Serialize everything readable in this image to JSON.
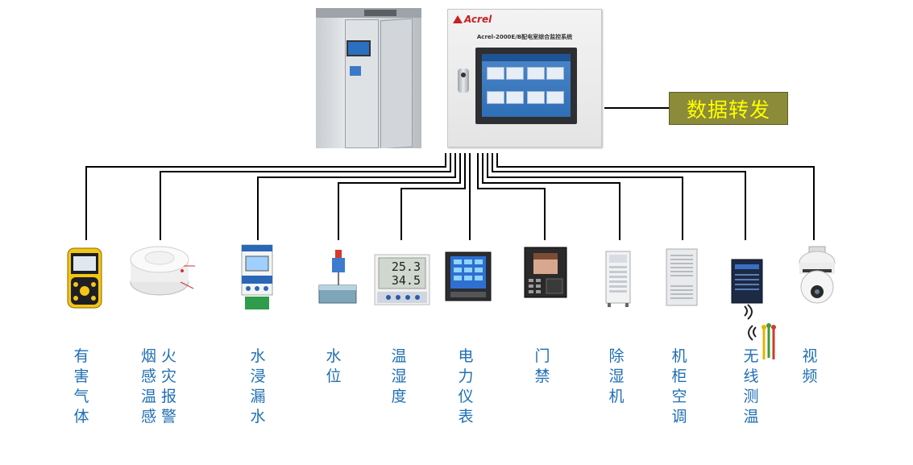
{
  "panel": {
    "brand": "Acrel",
    "title": "Acrel-2000E/B配电室综合监控系统"
  },
  "forward": {
    "label": "数据转发"
  },
  "colors": {
    "label": "#1f6fb3",
    "wire": "#000000",
    "forward_bg": "#8b8b3a",
    "forward_text": "#ffff00",
    "brand": "#c81f1f"
  },
  "devices": [
    {
      "id": "gas",
      "icon": "gas-detector-icon",
      "lines": [
        "有害气体"
      ]
    },
    {
      "id": "smoke",
      "icon": "smoke-detector-icon",
      "lines": [
        "烟感温感",
        "火灾报警"
      ]
    },
    {
      "id": "water-leak",
      "icon": "water-leak-sensor-icon",
      "lines": [
        "水浸漏水"
      ]
    },
    {
      "id": "water-level",
      "icon": "water-level-sensor-icon",
      "lines": [
        "水位"
      ]
    },
    {
      "id": "humidity",
      "icon": "temp-humidity-meter-icon",
      "lines": [
        "温湿度"
      ],
      "readout": [
        "25.3",
        "34.5"
      ]
    },
    {
      "id": "power",
      "icon": "power-meter-icon",
      "lines": [
        "电力仪表"
      ]
    },
    {
      "id": "access",
      "icon": "access-control-icon",
      "lines": [
        "门禁"
      ]
    },
    {
      "id": "dehumid",
      "icon": "dehumidifier-icon",
      "lines": [
        "除湿机"
      ]
    },
    {
      "id": "cabinet-ac",
      "icon": "cabinet-ac-icon",
      "lines": [
        "机柜空调"
      ]
    },
    {
      "id": "wireless",
      "icon": "wireless-temp-icon",
      "lines": [
        "无线测温"
      ]
    },
    {
      "id": "video",
      "icon": "dome-camera-icon",
      "lines": [
        "视频"
      ]
    }
  ]
}
